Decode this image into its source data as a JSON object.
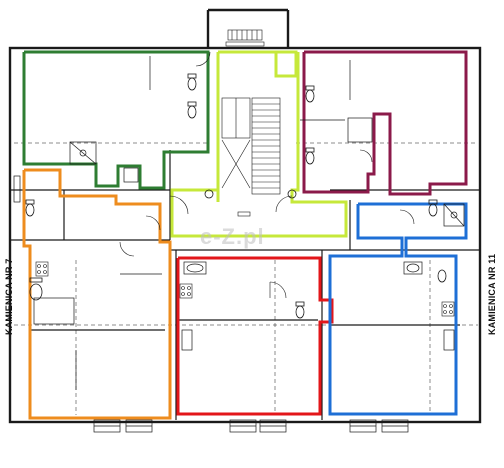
{
  "labels": {
    "left_building": "KAMIENICA NR 7",
    "right_building": "KAMIENICA NR 11",
    "watermark": "e-Z.pl"
  },
  "colors": {
    "wall": "#1a1a1a",
    "green": "#2e7d32",
    "lime": "#c6e83a",
    "purple": "#8b1a4a",
    "orange": "#ee8c1e",
    "red": "#e3161a",
    "blue": "#1e6fd6"
  },
  "icons": [
    "stair-icon",
    "wc-icon",
    "shower-icon",
    "sink-icon",
    "stove-icon",
    "door-icon"
  ]
}
